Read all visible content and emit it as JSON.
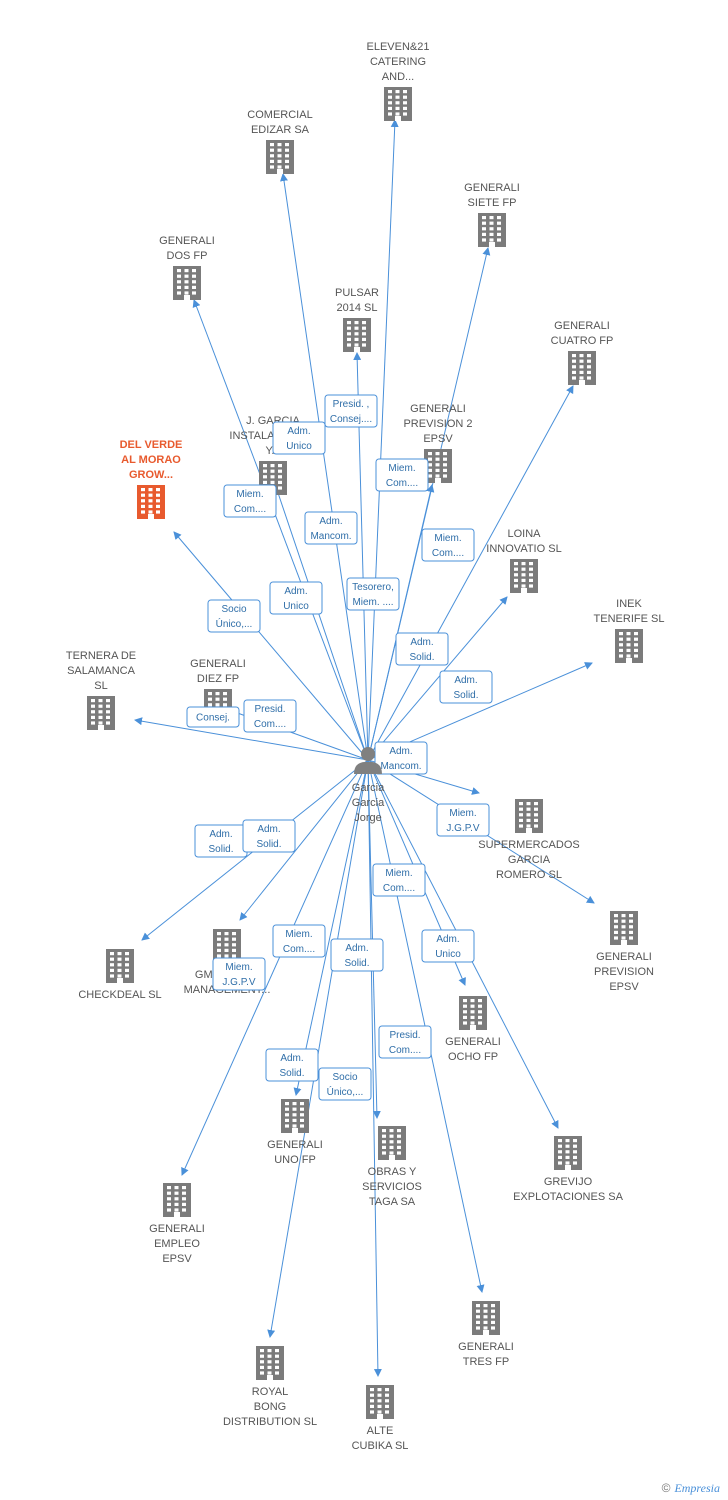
{
  "colors": {
    "edge": "#4a90d9",
    "building": "#7b7b7b",
    "highlight": "#e85a2e",
    "person": "#808080"
  },
  "center": {
    "name": "center-person",
    "lines": [
      "Garcia",
      "Garcia",
      "Jorge"
    ]
  },
  "nodes": [
    {
      "id": "eleven",
      "lines": [
        "ELEVEN&21",
        "CATERING",
        "AND..."
      ]
    },
    {
      "id": "comercial",
      "lines": [
        "COMERCIAL",
        "EDIZAR SA"
      ]
    },
    {
      "id": "siete",
      "lines": [
        "GENERALI",
        "SIETE FP"
      ]
    },
    {
      "id": "dos",
      "lines": [
        "GENERALI",
        "DOS FP"
      ]
    },
    {
      "id": "pulsar",
      "lines": [
        "PULSAR",
        "2014  SL"
      ]
    },
    {
      "id": "cuatro",
      "lines": [
        "GENERALI",
        "CUATRO FP"
      ]
    },
    {
      "id": "jgarcia",
      "lines": [
        "J.  GARCIA",
        "INSTALACIONES",
        "Y..."
      ]
    },
    {
      "id": "prevision2",
      "lines": [
        "GENERALI",
        "PREVISION 2",
        "EPSV"
      ]
    },
    {
      "id": "delverde",
      "lines": [
        "DEL VERDE",
        "AL MORAO",
        "GROW..."
      ],
      "highlight": true
    },
    {
      "id": "loina",
      "lines": [
        "LOINA",
        "INNOVATIO SL"
      ]
    },
    {
      "id": "inek",
      "lines": [
        "INEK",
        "TENERIFE  SL"
      ]
    },
    {
      "id": "ternera",
      "lines": [
        "TERNERA DE",
        "SALAMANCA",
        "SL"
      ]
    },
    {
      "id": "diez",
      "lines": [
        "GENERALI",
        "DIEZ FP"
      ]
    },
    {
      "id": "supermercados",
      "lines": [
        "SUPERMERCADOS",
        "GARCIA",
        "ROMERO SL"
      ]
    },
    {
      "id": "prevision",
      "lines": [
        "GENERALI",
        "PREVISION",
        "EPSV"
      ]
    },
    {
      "id": "checkdeal",
      "lines": [
        "CHECKDEAL  SL"
      ]
    },
    {
      "id": "gmfutbol",
      "lines": [
        "GM FUTBOL",
        "MANAGEMENT..."
      ]
    },
    {
      "id": "ocho",
      "lines": [
        "GENERALI",
        "OCHO FP"
      ]
    },
    {
      "id": "grevijo",
      "lines": [
        "GREVIJO",
        "EXPLOTACIONES SA"
      ]
    },
    {
      "id": "uno",
      "lines": [
        "GENERALI",
        "UNO FP"
      ]
    },
    {
      "id": "obras",
      "lines": [
        "OBRAS Y",
        "SERVICIOS",
        "TAGA SA"
      ]
    },
    {
      "id": "empleo",
      "lines": [
        "GENERALI",
        "EMPLEO",
        "EPSV"
      ]
    },
    {
      "id": "tres",
      "lines": [
        "GENERALI",
        "TRES FP"
      ]
    },
    {
      "id": "royal",
      "lines": [
        "ROYAL",
        "BONG",
        "DISTRIBUTION SL"
      ]
    },
    {
      "id": "alte",
      "lines": [
        "ALTE",
        "CUBIKA SL"
      ]
    }
  ],
  "edges": [
    {
      "to": "eleven",
      "role": [
        "Presid. ,",
        "Consej...."
      ]
    },
    {
      "to": "comercial",
      "role": [
        "Adm.",
        "Mancom."
      ]
    },
    {
      "to": "siete",
      "role": [
        "Tesorero,",
        "Miem. ...."
      ]
    },
    {
      "to": "dos",
      "role": [
        "Miem.",
        "Com...."
      ]
    },
    {
      "to": "pulsar",
      "role": [
        "Adm.",
        "Unico"
      ]
    },
    {
      "to": "cuatro",
      "role": [
        "Miem.",
        "Com...."
      ]
    },
    {
      "to": "jgarcia",
      "role": [
        "Adm.",
        "Unico"
      ]
    },
    {
      "to": "prevision2",
      "role": [
        "Miem.",
        "Com...."
      ]
    },
    {
      "to": "delverde",
      "role": [
        "Socio",
        "Único,..."
      ]
    },
    {
      "to": "loina",
      "role": [
        "Adm.",
        "Solid."
      ]
    },
    {
      "to": "inek",
      "role": [
        "Adm.",
        "Solid."
      ]
    },
    {
      "to": "ternera",
      "role": [
        "Consej."
      ]
    },
    {
      "to": "diez",
      "role": [
        "Presid.",
        "Com...."
      ]
    },
    {
      "to": "supermercados",
      "role": [
        "Adm.",
        "Mancom."
      ]
    },
    {
      "to": "prevision",
      "role": [
        "Miem.",
        "J.G.P.V"
      ]
    },
    {
      "to": "checkdeal",
      "role": [
        "Adm.",
        "Solid."
      ]
    },
    {
      "to": "gmfutbol",
      "role": [
        "Adm.",
        "Solid."
      ]
    },
    {
      "to": "ocho",
      "role": [
        "Miem.",
        "Com...."
      ]
    },
    {
      "to": "grevijo",
      "role": [
        "Adm.",
        "Unico"
      ]
    },
    {
      "to": "uno",
      "role": [
        "Miem.",
        "Com...."
      ]
    },
    {
      "to": "obras",
      "role": [
        "Adm.",
        "Solid."
      ]
    },
    {
      "to": "empleo",
      "role": [
        "Miem.",
        "J.G.P.V"
      ]
    },
    {
      "to": "tres",
      "role": [
        "Presid.",
        "Com...."
      ]
    },
    {
      "to": "royal",
      "role": [
        "Adm.",
        "Solid."
      ]
    },
    {
      "to": "alte",
      "role": [
        "Socio",
        "Único,..."
      ]
    }
  ],
  "footer": {
    "copyright": "©",
    "brand": "Empresia"
  }
}
